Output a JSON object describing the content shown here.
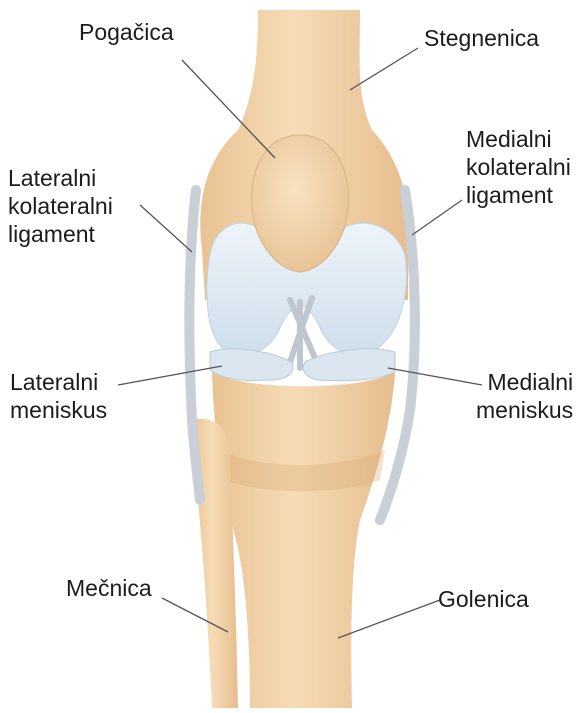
{
  "labels": {
    "patella": "Pogačica",
    "femur": "Stegnenica",
    "lcl": [
      "Lateralni",
      "kolateralni",
      "ligament"
    ],
    "mcl": [
      "Medialni",
      "kolateralni",
      "ligament"
    ],
    "lateral_meniscus": [
      "Lateralni",
      "meniskus"
    ],
    "medial_meniscus": [
      "Medialni",
      "meniskus"
    ],
    "fibula": "Mečnica",
    "tibia": "Golenica"
  },
  "colors": {
    "bone": "#f2d3a8",
    "bone_shade": "#e2b88a",
    "cartilage": "#dce9f4",
    "ligament": "#c9cfd6",
    "leader_line": "#555555"
  }
}
